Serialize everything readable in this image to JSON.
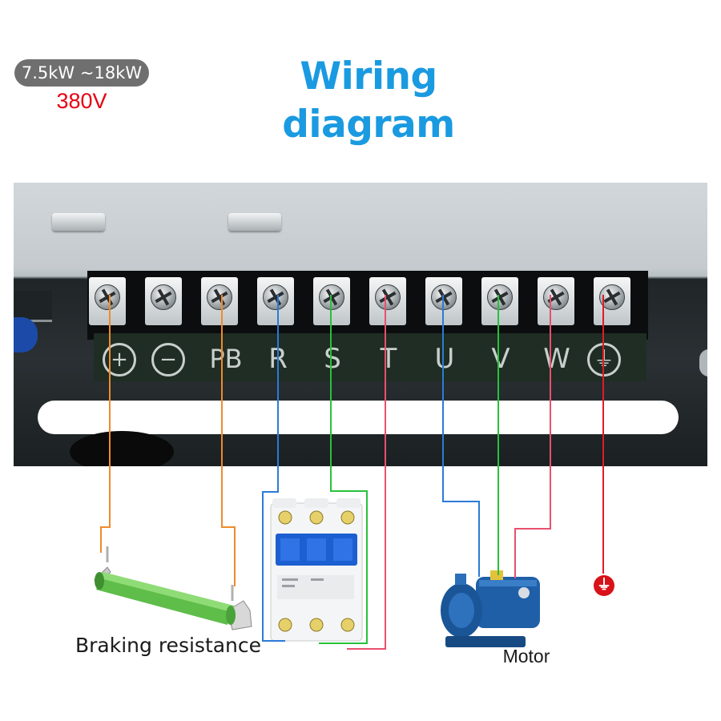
{
  "header": {
    "power_range": "7.5kW ~18kW",
    "voltage": "380V",
    "title": "Wiring diagram"
  },
  "terminals": [
    {
      "label": "+",
      "style": "circle"
    },
    {
      "label": "−",
      "style": "circle"
    },
    {
      "label": "PB",
      "style": "text"
    },
    {
      "label": "R",
      "style": "text"
    },
    {
      "label": "S",
      "style": "text"
    },
    {
      "label": "T",
      "style": "text"
    },
    {
      "label": "U",
      "style": "text"
    },
    {
      "label": "V",
      "style": "text"
    },
    {
      "label": "W",
      "style": "text"
    },
    {
      "label": "⏚",
      "style": "circle"
    }
  ],
  "components": {
    "braking_resistance": "Braking resistance",
    "motor": "Motor",
    "ground_symbol": "⏚"
  },
  "wire_colors": {
    "braking": "#f08a2c",
    "phase_r_u": "#2b7bd6",
    "phase_s_v": "#27c23a",
    "phase_t_w": "#e8506e",
    "ground": "#e01b2a"
  },
  "colors": {
    "title": "#1a9ae0",
    "voltage": "#e60012",
    "badge_bg": "#6f6f6f"
  }
}
